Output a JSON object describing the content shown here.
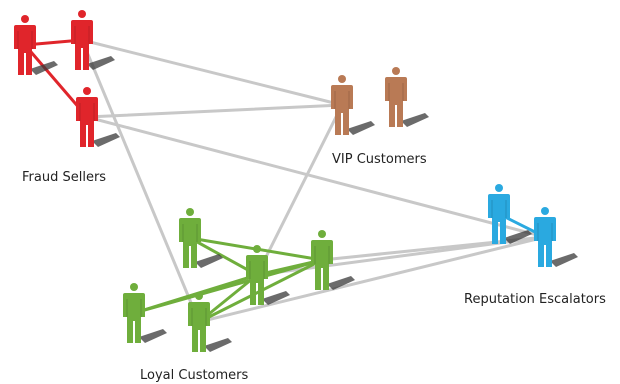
{
  "groups": {
    "fraud": {
      "label": "Fraud Sellers",
      "color": "#e0252b"
    },
    "vip": {
      "label": "VIP Customers",
      "color": "#b97a55"
    },
    "reputation": {
      "label": "Reputation Escalators",
      "color": "#2aa9e0"
    },
    "loyal": {
      "label": "Loyal Customers",
      "color": "#6fae3c"
    }
  },
  "link_color": "#c8c8c8",
  "icons": {
    "person": "person-icon"
  }
}
